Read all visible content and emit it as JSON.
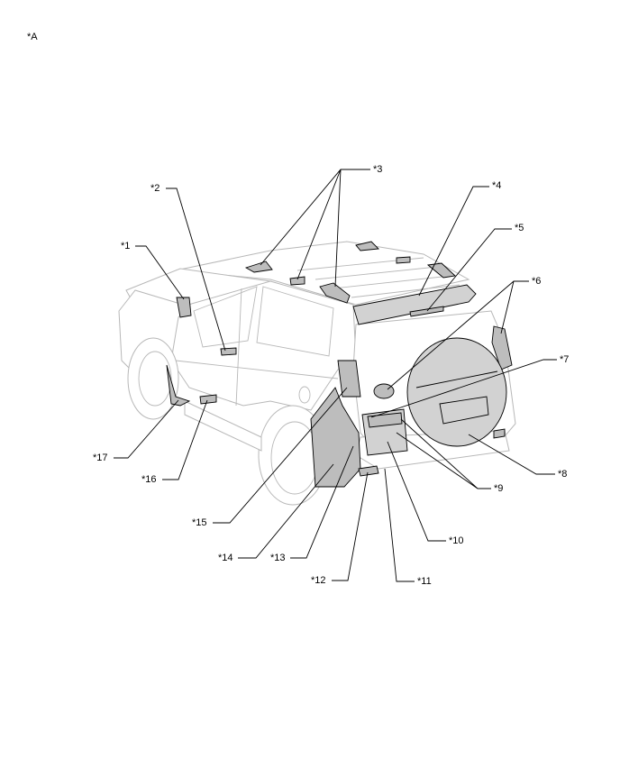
{
  "figure": {
    "corner_label": "*A",
    "callouts": [
      {
        "id": "c1",
        "text": "*1"
      },
      {
        "id": "c2",
        "text": "*2"
      },
      {
        "id": "c3",
        "text": "*3"
      },
      {
        "id": "c4",
        "text": "*4"
      },
      {
        "id": "c5",
        "text": "*5"
      },
      {
        "id": "c6",
        "text": "*6"
      },
      {
        "id": "c7",
        "text": "*7"
      },
      {
        "id": "c8",
        "text": "*8"
      },
      {
        "id": "c9",
        "text": "*9"
      },
      {
        "id": "c10",
        "text": "*10"
      },
      {
        "id": "c11",
        "text": "*11"
      },
      {
        "id": "c12",
        "text": "*12"
      },
      {
        "id": "c13",
        "text": "*13"
      },
      {
        "id": "c14",
        "text": "*14"
      },
      {
        "id": "c15",
        "text": "*15"
      },
      {
        "id": "c16",
        "text": "*16"
      },
      {
        "id": "c17",
        "text": "*17"
      }
    ],
    "colors": {
      "highlight": "#bdbdbd",
      "outline": "#b8b8b8",
      "ink": "#000000"
    }
  }
}
